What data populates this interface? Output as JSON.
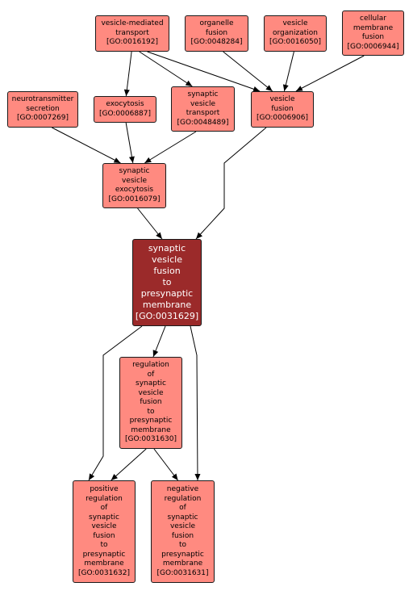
{
  "colors": {
    "node_fill": "#ff8a80",
    "focus_fill": "#9b2a2a",
    "node_border": "#1a1a1a",
    "edge": "#000000"
  },
  "nodes": {
    "go_0016192": {
      "label": "vesicle-mediated\ntransport\n[GO:0016192]"
    },
    "go_0048284": {
      "label": "organelle\nfusion\n[GO:0048284]"
    },
    "go_0016050": {
      "label": "vesicle\norganization\n[GO:0016050]"
    },
    "go_0006944": {
      "label": "cellular\nmembrane\nfusion\n[GO:0006944]"
    },
    "go_0007269": {
      "label": "neurotransmitter\nsecretion\n[GO:0007269]"
    },
    "go_0006887": {
      "label": "exocytosis\n[GO:0006887]"
    },
    "go_0048489": {
      "label": "synaptic\nvesicle\ntransport\n[GO:0048489]"
    },
    "go_0006906": {
      "label": "vesicle\nfusion\n[GO:0006906]"
    },
    "go_0016079": {
      "label": "synaptic\nvesicle\nexocytosis\n[GO:0016079]"
    },
    "go_0031629": {
      "label": "synaptic\nvesicle\nfusion\nto\npresynaptic\nmembrane\n[GO:0031629]"
    },
    "go_0031630": {
      "label": "regulation\nof\nsynaptic\nvesicle\nfusion\nto\npresynaptic\nmembrane\n[GO:0031630]"
    },
    "go_0031632": {
      "label": "positive\nregulation\nof\nsynaptic\nvesicle\nfusion\nto\npresynaptic\nmembrane\n[GO:0031632]"
    },
    "go_0031631": {
      "label": "negative\nregulation\nof\nsynaptic\nvesicle\nfusion\nto\npresynaptic\nmembrane\n[GO:0031631]"
    }
  },
  "edges": [
    {
      "from": "go_0016192",
      "to": "go_0006887"
    },
    {
      "from": "go_0016192",
      "to": "go_0048489"
    },
    {
      "from": "go_0016192",
      "to": "go_0006906"
    },
    {
      "from": "go_0048284",
      "to": "go_0006906"
    },
    {
      "from": "go_0016050",
      "to": "go_0006906"
    },
    {
      "from": "go_0006944",
      "to": "go_0006906"
    },
    {
      "from": "go_0007269",
      "to": "go_0016079"
    },
    {
      "from": "go_0006887",
      "to": "go_0016079"
    },
    {
      "from": "go_0048489",
      "to": "go_0016079"
    },
    {
      "from": "go_0016079",
      "to": "go_0031629"
    },
    {
      "from": "go_0006906",
      "to": "go_0031629"
    },
    {
      "from": "go_0031629",
      "to": "go_0031630"
    },
    {
      "from": "go_0031629",
      "to": "go_0031632"
    },
    {
      "from": "go_0031629",
      "to": "go_0031631"
    },
    {
      "from": "go_0031630",
      "to": "go_0031632"
    },
    {
      "from": "go_0031630",
      "to": "go_0031631"
    }
  ]
}
